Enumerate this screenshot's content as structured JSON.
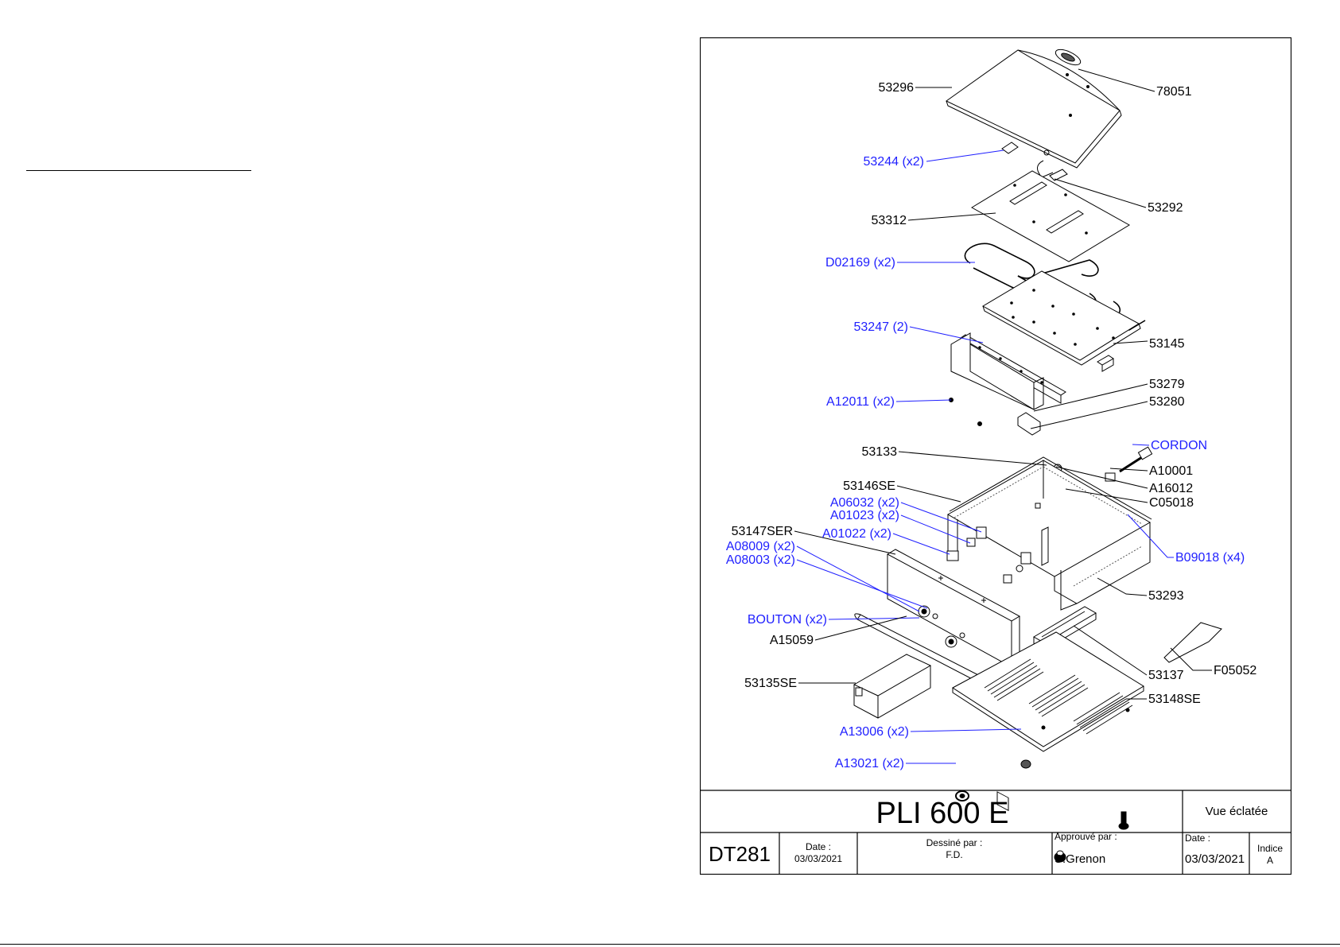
{
  "colors": {
    "callout_black": "#000000",
    "callout_blue": "#1f1fff",
    "line": "#000000"
  },
  "callouts": {
    "p78051": "78051",
    "p53296": "53296",
    "p53244": "53244  (x2)",
    "p53292": "53292",
    "p53312": "53312",
    "pD02169": "D02169  (x2)",
    "p53247": "53247  (2)",
    "p53145": "53145",
    "p53279": "53279",
    "p53280": "53280",
    "pA12011": "A12011  (x2)",
    "pCORDON": "CORDON",
    "p53133": "53133",
    "pA10001": "A10001",
    "pA16012": "A16012",
    "p53146SE": "53146SE",
    "pC05018": "C05018",
    "pA06032": "A06032  (x2)",
    "pA01023": "A01023  (x2)",
    "p53147SER": "53147SER",
    "pA01022": "A01022  (x2)",
    "pB09018": "B09018  (x4)",
    "pA08009": "A08009  (x2)",
    "pA08003": "A08003  (x2)",
    "p53293": "53293",
    "pBOUTON": "BOUTON  (x2)",
    "pF05052": "F05052",
    "pA15059": "A15059",
    "p53137": "53137",
    "p53135SE": "53135SE",
    "p53148SE": "53148SE",
    "pA13006": "A13006  (x2)",
    "pA13021": "A13021  (x2)"
  },
  "title_block": {
    "title": "PLI 600 E",
    "view": "Vue éclatée",
    "doc_number": "DT281",
    "date_label": "Date :",
    "date_value": "03/03/2021",
    "drawn_label": "Dessiné par :",
    "drawn_value": "F.D.",
    "approved_label": "Approuvé par :",
    "approved_value": "S.Grenon",
    "date2_label": "Date :",
    "date2_value": "03/03/2021",
    "index_label": "Indice",
    "index_value": "A"
  }
}
